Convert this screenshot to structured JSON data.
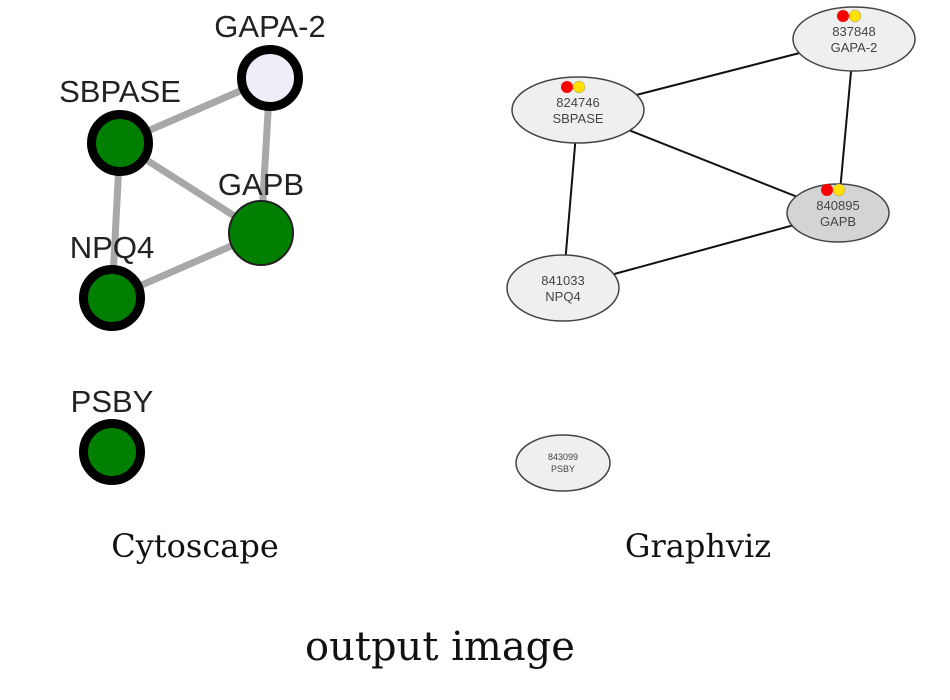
{
  "cytoscape": {
    "caption": "Cytoscape",
    "nodes": [
      {
        "id": "GAPA-2",
        "label": "GAPA-2",
        "fill": "#eeeef8",
        "border": "#000000"
      },
      {
        "id": "SBPASE",
        "label": "SBPASE",
        "fill": "#007f00",
        "border": "#000000"
      },
      {
        "id": "GAPB",
        "label": "GAPB",
        "fill": "#007f00",
        "border": "#222222"
      },
      {
        "id": "NPQ4",
        "label": "NPQ4",
        "fill": "#007f00",
        "border": "#000000"
      },
      {
        "id": "PSBY",
        "label": "PSBY",
        "fill": "#007f00",
        "border": "#000000"
      }
    ],
    "edges": [
      [
        "SBPASE",
        "GAPA-2"
      ],
      [
        "GAPA-2",
        "GAPB"
      ],
      [
        "SBPASE",
        "GAPB"
      ],
      [
        "SBPASE",
        "NPQ4"
      ],
      [
        "NPQ4",
        "GAPB"
      ]
    ],
    "edge_color": "#a8a8a8"
  },
  "graphviz": {
    "caption": "Graphviz",
    "nodes": [
      {
        "id": "GAPA-2",
        "code": "837848",
        "label": "GAPA-2",
        "fill": "#efefef",
        "markers": true
      },
      {
        "id": "SBPASE",
        "code": "824746",
        "label": "SBPASE",
        "fill": "#efefef",
        "markers": true
      },
      {
        "id": "GAPB",
        "code": "840895",
        "label": "GAPB",
        "fill": "#d4d4d4",
        "markers": true
      },
      {
        "id": "NPQ4",
        "code": "841033",
        "label": "NPQ4",
        "fill": "#efefef",
        "markers": false
      },
      {
        "id": "PSBY",
        "code": "843099",
        "label": "PSBY",
        "fill": "#efefef",
        "markers": false
      }
    ],
    "edges": [
      [
        "SBPASE",
        "GAPA-2"
      ],
      [
        "GAPA-2",
        "GAPB"
      ],
      [
        "SBPASE",
        "GAPB"
      ],
      [
        "SBPASE",
        "NPQ4"
      ],
      [
        "NPQ4",
        "GAPB"
      ]
    ],
    "marker_colors": [
      "#ff0000",
      "#ffe000"
    ]
  },
  "footer": {
    "title": "output image"
  }
}
